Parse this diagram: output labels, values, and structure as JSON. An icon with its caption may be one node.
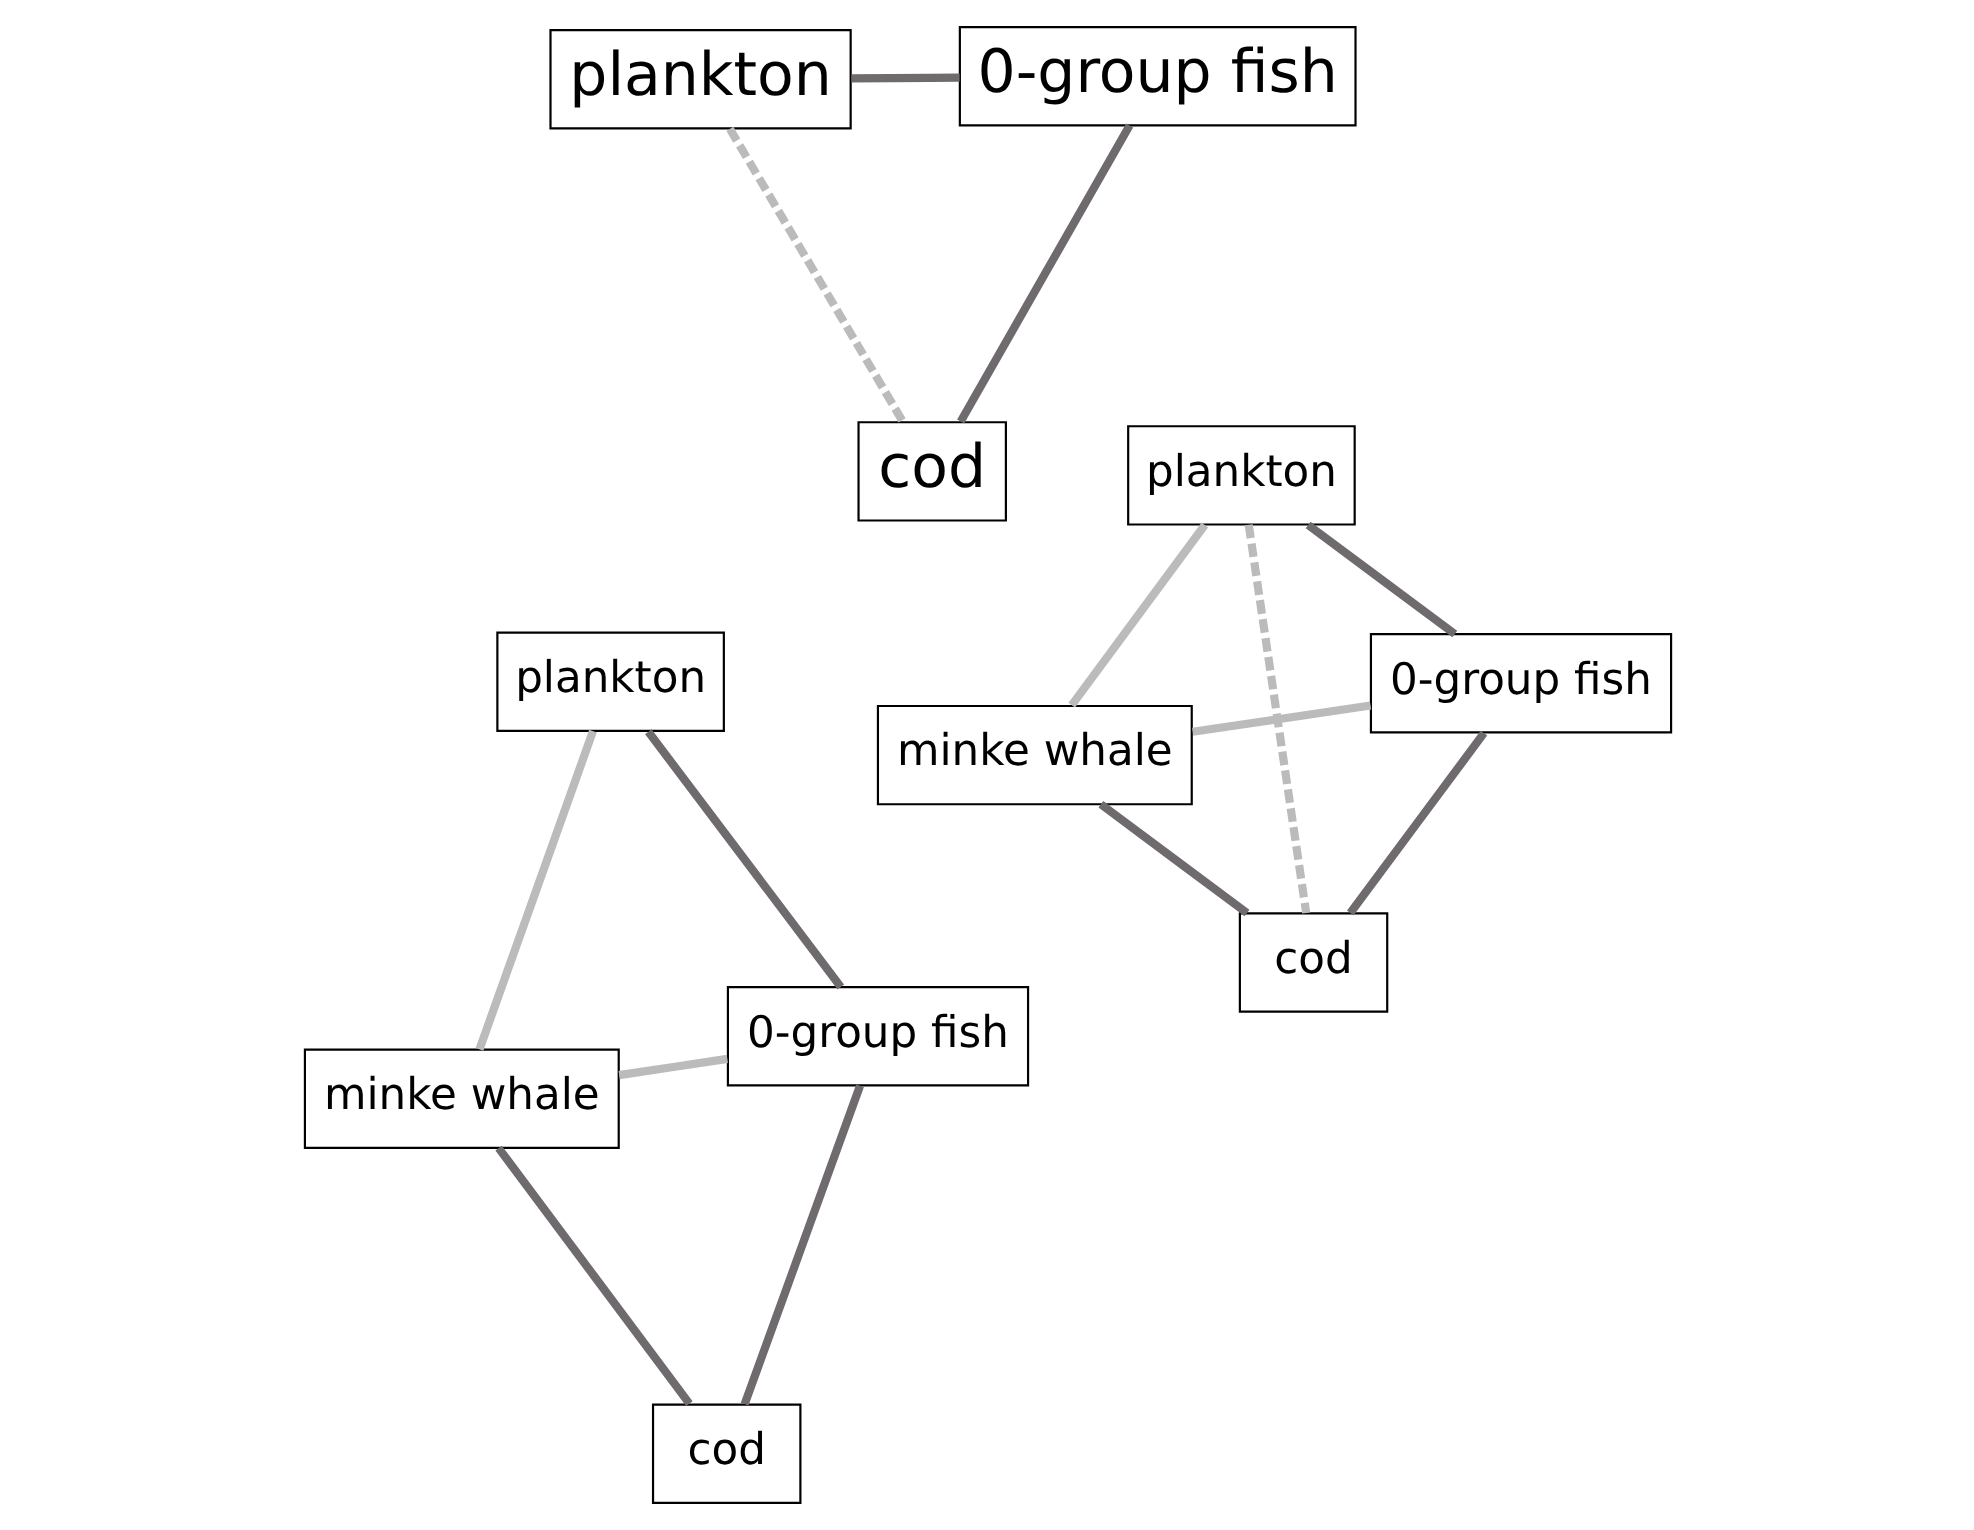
{
  "diagram": {
    "nodes": [
      {
        "text": [
          "minke whale"
        ]
      },
      {
        "text": [
          "0-group fish"
        ]
      },
      {
        "text": [
          "cod"
        ]
      },
      {
        "text": [
          "plankton"
        ]
      },
      {
        "text": [
          "minke whale"
        ]
      },
      {
        "text": [
          "0-group fish"
        ]
      },
      {
        "text": [
          "cod"
        ]
      },
      {
        "text": [
          "plankton"
        ]
      },
      {
        "text": [
          "plankton"
        ]
      },
      {
        "text": [
          "0-group fish"
        ]
      },
      {
        "text": [
          "cod"
        ]
      }
    ],
    "edges": [
      {
        "from": 0,
        "to": 1,
        "arrow": "none",
        "color": "#bbbbbb"
      },
      {
        "from": 0,
        "to": 2,
        "arrow": "none"
      },
      {
        "from": 0,
        "to": 3,
        "arrow": "none",
        "color": "#bbbbbb"
      },
      {
        "from": 1,
        "to": 2,
        "arrow": "none"
      },
      {
        "from": 1,
        "to": 3,
        "arrow": "none"
      },
      {
        "from": 4,
        "to": 5,
        "arrow": "none",
        "color": "#bbbbbb"
      },
      {
        "from": 4,
        "to": 6,
        "arrow": "none"
      },
      {
        "from": 4,
        "to": 7,
        "arrow": "none",
        "color": "#bbbbbb"
      },
      {
        "from": 5,
        "to": 6,
        "arrow": "none"
      },
      {
        "from": 5,
        "to": 7,
        "arrow": "none"
      },
      {
        "from": 7,
        "to": 6,
        "arrow": "none",
        "style": "dashed",
        "color": "#bbbbbb"
      },
      {
        "from": 8,
        "to": 9,
        "arrow": "none"
      },
      {
        "from": 9,
        "to": 10,
        "arrow": "none"
      },
      {
        "from": 8,
        "to": 10,
        "arrow": "none",
        "style": "dashed",
        "color": "#bbbbbb"
      }
    ]
  }
}
